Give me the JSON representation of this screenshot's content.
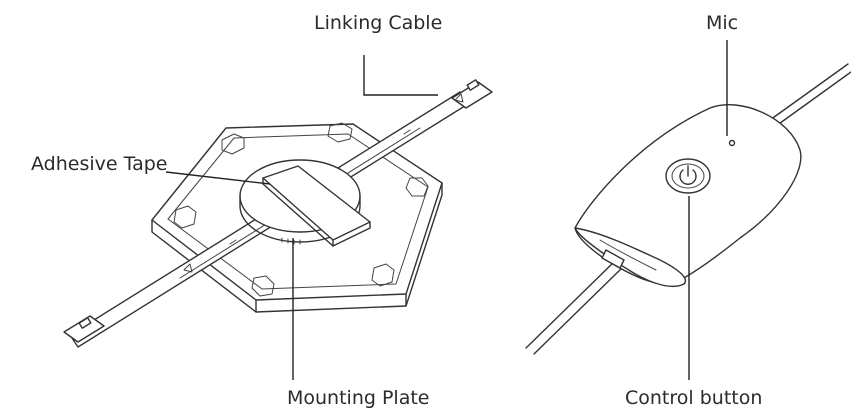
{
  "labels": {
    "linking_cable": "Linking Cable",
    "adhesive_tape": "Adhesive Tape",
    "mounting_plate": "Mounting Plate",
    "mic": "Mic",
    "control_button": "Control button"
  },
  "colors": {
    "line": "#333333",
    "background": "#ffffff"
  },
  "icons": [
    "power-icon"
  ]
}
